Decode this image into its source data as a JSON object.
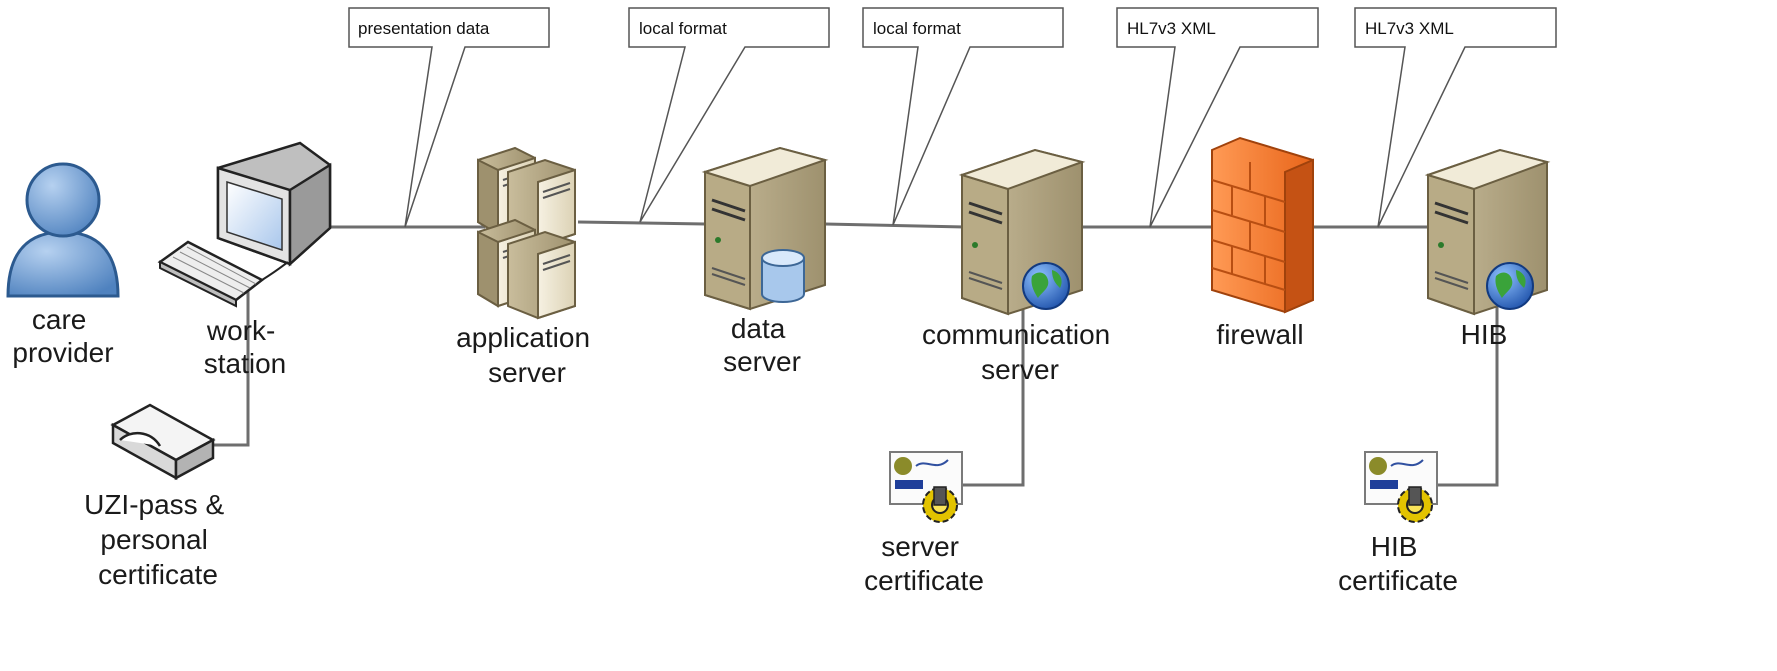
{
  "callouts": {
    "c1": "presentation data",
    "c2": "local format",
    "c3": "local format",
    "c4": "HL7v3 XML",
    "c5": "HL7v3 XML"
  },
  "nodes": {
    "care_provider": [
      "care",
      "provider"
    ],
    "workstation": [
      "work-",
      "station"
    ],
    "application_server": [
      "application",
      "server"
    ],
    "data_server": [
      "data",
      "server"
    ],
    "communication_server": [
      "communication",
      "server"
    ],
    "firewall": [
      "firewall"
    ],
    "hib": [
      "HIB"
    ],
    "uzi_pass": [
      "UZI-pass &",
      "personal",
      "certificate"
    ],
    "server_certificate": [
      "server",
      "certificate"
    ],
    "hib_certificate": [
      "HIB",
      "certificate"
    ]
  },
  "colors": {
    "line": "#6e6e6e",
    "server_body": "#e9e2cf",
    "server_side": "#c7bb99",
    "person": "#6f9fd3",
    "firewall": "#f07a2a",
    "globe": "#2a66c8",
    "gear": "#e2c300"
  },
  "icons": [
    "person-icon",
    "workstation-icon",
    "card-reader-icon",
    "server-stack-icon",
    "database-server-icon",
    "globe-icon",
    "firewall-icon",
    "certificate-icon",
    "gear-icon"
  ]
}
